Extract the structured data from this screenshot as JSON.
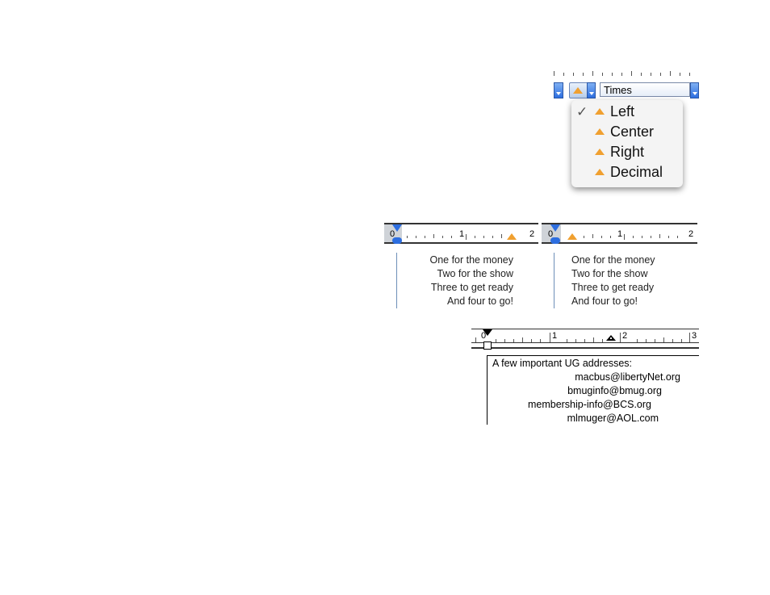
{
  "menu": {
    "font_field": "Times",
    "items": [
      {
        "label": "Left",
        "checked": true
      },
      {
        "label": "Center",
        "checked": false
      },
      {
        "label": "Right",
        "checked": false
      },
      {
        "label": "Decimal",
        "checked": false
      }
    ],
    "check_glyph": "✓"
  },
  "right_aligned_example": {
    "ruler_numbers": [
      "0",
      "1",
      "2"
    ],
    "lines": [
      "One for the money",
      "Two for the show",
      "Three to get ready",
      "And four to go!"
    ]
  },
  "left_aligned_example": {
    "ruler_numbers": [
      "0",
      "1",
      "2"
    ],
    "lines": [
      "One for the money",
      "Two for the show",
      "Three to get ready",
      "And four to go!"
    ]
  },
  "decimal_example": {
    "ruler_numbers": [
      "0",
      "1",
      "2",
      "3"
    ],
    "heading": "A few important UG addresses:",
    "lines": [
      "macbus@libertyNet.org",
      "bmuginfo@bmug.org",
      "membership-info@BCS.org",
      "mlmuger@AOL.com"
    ]
  },
  "colors": {
    "tab_marker": "#f0a030",
    "accent_blue": "#2d6ee0",
    "doc_border": "#6d8fb8"
  },
  "icons": {
    "tab_marker": "triangle-tab-icon",
    "dropdown": "chevron-down-icon",
    "check": "checkmark-icon"
  }
}
